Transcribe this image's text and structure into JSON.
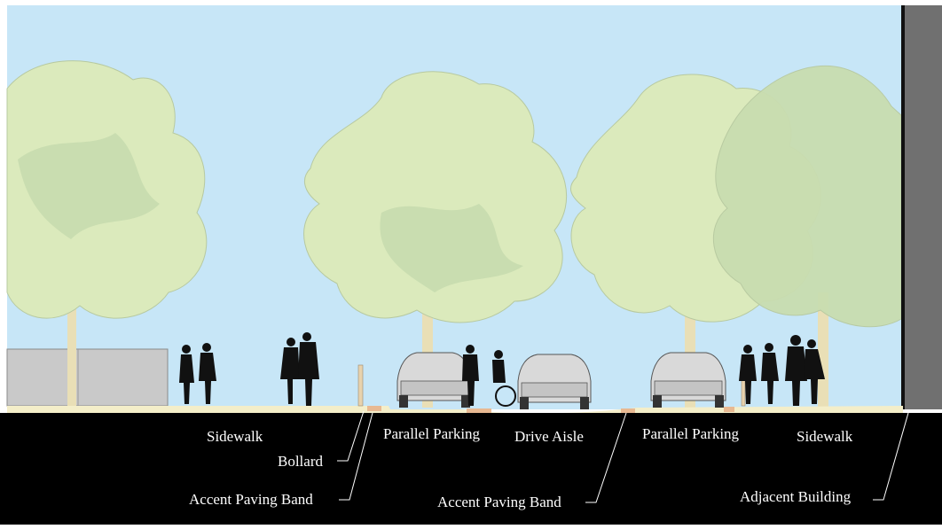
{
  "labels": {
    "sidewalk_left": "Sidewalk",
    "bollard": "Bollard",
    "accent_paving_band_left": "Accent Paving Band",
    "parallel_parking_left": "Parallel Parking",
    "drive_aisle": "Drive Aisle",
    "accent_paving_band_center": "Accent Paving Band",
    "parallel_parking_right": "Parallel Parking",
    "sidewalk_right": "Sidewalk",
    "adjacent_building": "Adjacent Building"
  },
  "colors": {
    "sky": "#c7e6f7",
    "canopy": "#dbeabc",
    "canopy_shade": "#c9ddb0",
    "trunk": "#e9dfb6",
    "ground": "#000000",
    "paving": "#f4eec9",
    "accent_band": "#e8b992",
    "building": "#707070",
    "wall": "#c9c9c9",
    "silhouette": "#111111",
    "car": "#d9d9d9"
  }
}
